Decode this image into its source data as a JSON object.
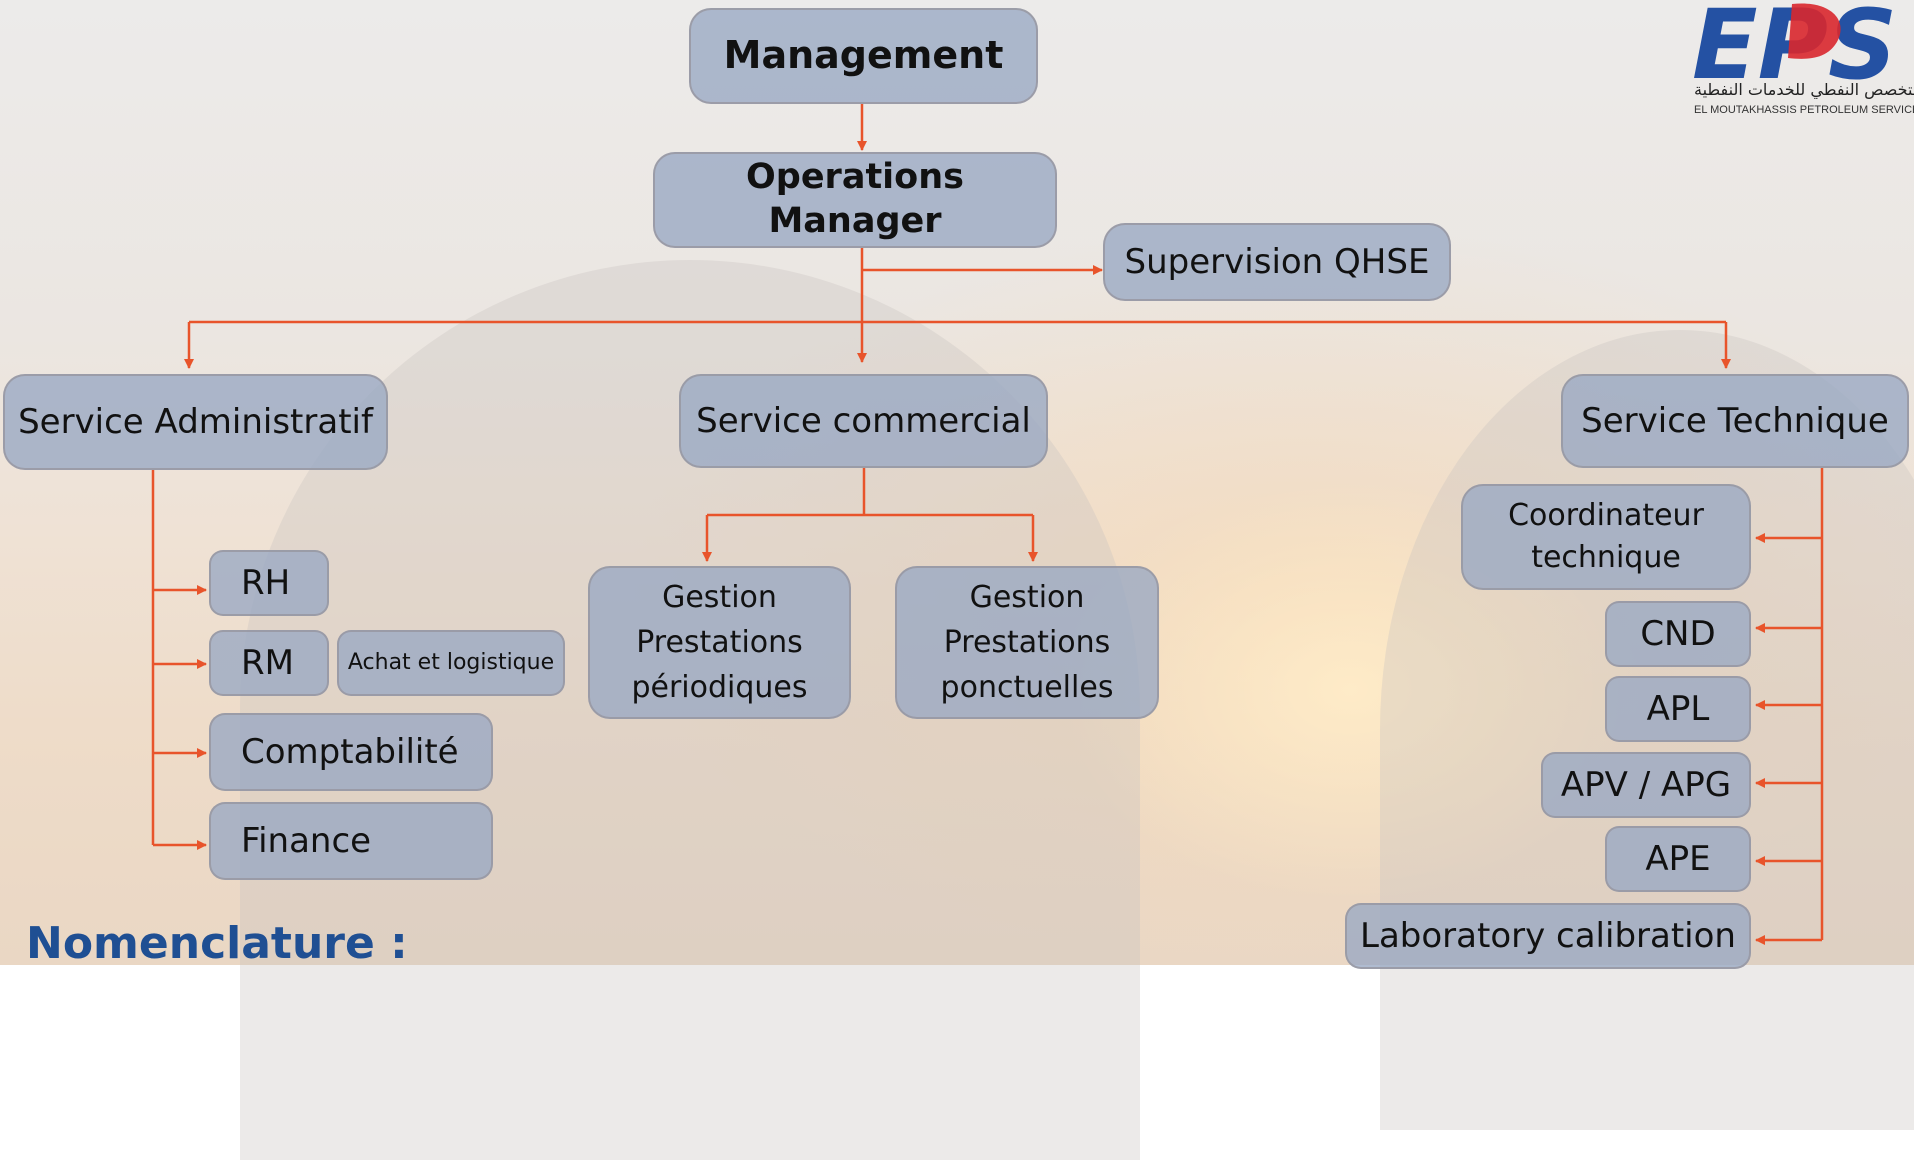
{
  "org_chart": {
    "management": "Management",
    "operations_manager": "Operations Manager",
    "supervision_qhse": "Supervision QHSE",
    "service_administratif": "Service Administratif",
    "service_commercial": "Service commercial",
    "service_technique": "Service Technique",
    "admin_children": {
      "rh": "RH",
      "rm": "RM",
      "achat_logistique": "Achat et logistique",
      "comptabilite": "Comptabilité",
      "finance": "Finance"
    },
    "commercial_children": {
      "periodiques": "Gestion Prestations périodiques",
      "ponctuelles": "Gestion Prestations ponctuelles"
    },
    "technique_children": {
      "coordinateur": "Coordinateur technique",
      "cnd": "CND",
      "apl": "APL",
      "apv_apg": "APV / APG",
      "ape": "APE",
      "laboratory": "Laboratory calibration"
    }
  },
  "logo": {
    "letters": "EPS",
    "arabic": "المتخصص النفطي للخدمات النفطية",
    "subtitle": "EL MOUTAKHASSIS PETROLEUM SERVICES"
  },
  "footer": {
    "nomenclature": "Nomenclature :"
  },
  "colors": {
    "connector": "#e8542b",
    "box": "#99a8c3",
    "heading": "#1f4f93",
    "logo_blue": "#2451a3",
    "logo_red": "#d9272e"
  }
}
